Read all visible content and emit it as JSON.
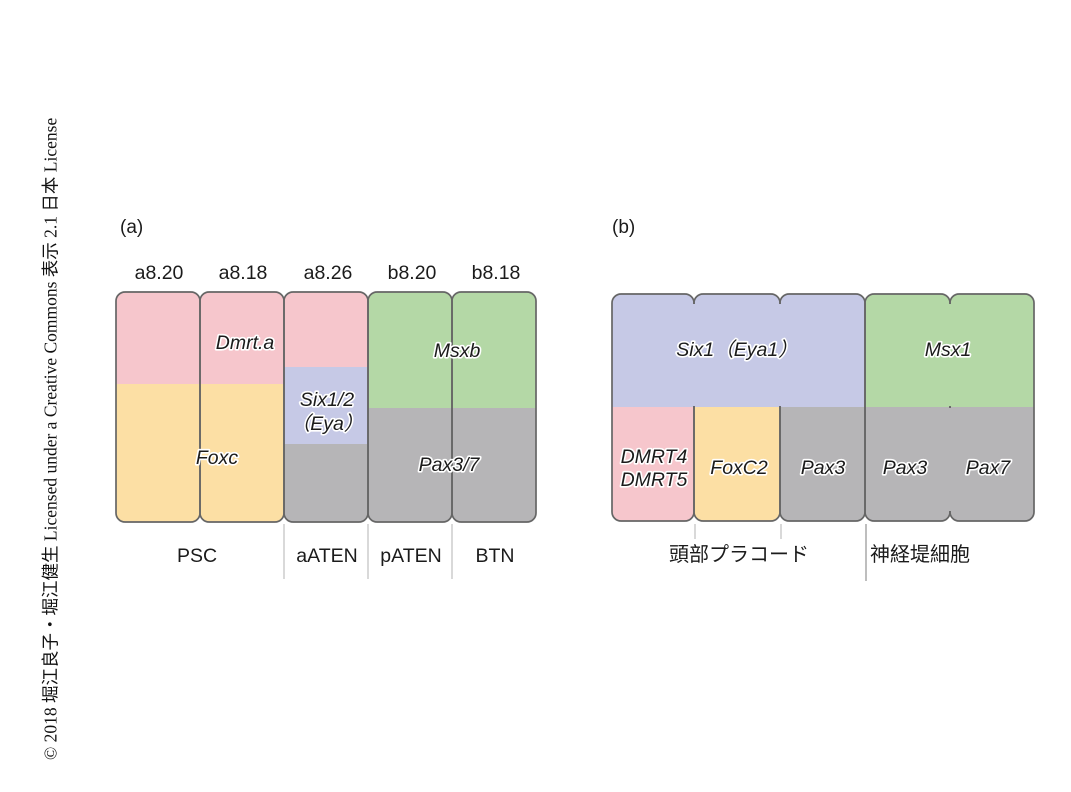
{
  "copyright": "© 2018 堀江良子・堀江健生 Licensed under a Creative Commons 表示 2.1 日本 License",
  "colors": {
    "pink": "#f6c6cc",
    "orange": "#fcdfa4",
    "purple": "#c6c9e6",
    "green": "#b4d8a6",
    "gray": "#b6b5b7",
    "border": "#666666",
    "divider": "#c9c9c9",
    "divider_strong": "#a3a3a3"
  },
  "panel_a": {
    "label": "(a)",
    "cell_names": [
      "a8.20",
      "a8.18",
      "a8.26",
      "b8.20",
      "b8.18"
    ],
    "genes": {
      "dmrt_a": "Dmrt.a",
      "foxc": "Foxc",
      "six12": "Six1/2",
      "eya": "（Eya）",
      "msxb": "Msxb",
      "pax37": "Pax3/7"
    },
    "group_labels": [
      "PSC",
      "aATEN",
      "pATEN",
      "BTN"
    ]
  },
  "panel_b": {
    "label": "(b)",
    "genes": {
      "six1_eya1": "Six1（Eya1）",
      "msx1": "Msx1",
      "dmrt4": "DMRT4",
      "dmrt5": "DMRT5",
      "foxc2": "FoxC2",
      "pax3_placode": "Pax3",
      "pax3_crest": "Pax3",
      "pax7_crest": "Pax7"
    },
    "group_labels": [
      "頭部プラコード",
      "神経堤細胞"
    ]
  }
}
